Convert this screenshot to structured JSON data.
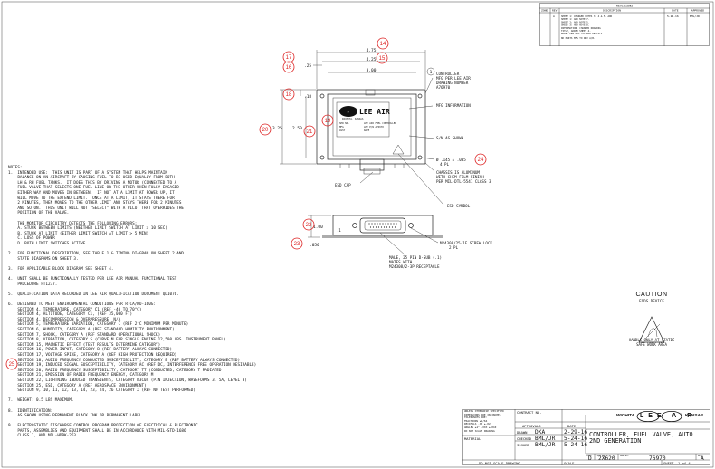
{
  "revision_block": {
    "header": "REVISIONS",
    "columns": [
      "ZONE",
      "REV",
      "DESCRIPTION",
      "DATE",
      "APPROVED"
    ],
    "row": {
      "rev": "A",
      "description": [
        "SHEET 1: CHANGED NOTES 3, 4 & 5. ADD",
        "SHEET 1: ADD NOTE 7.",
        "SHEET 2: ADD NOTE 5.",
        "SHEET 3: ADD NOTE 8.",
        "INFORMATION, CHANGED DRAWING",
        "TITLE, ADDED SHEET 4.",
        "NOTE: SEE REV LOG FOR DETAILS.",
        "NO PARTS MFG TO REV A/B."
      ],
      "date": "5-24-16",
      "approved": "BML/JR"
    }
  },
  "callouts": [
    "14",
    "17",
    "15",
    "16",
    "18",
    "19",
    "20",
    "21",
    "1",
    "24",
    "22",
    "23",
    "25"
  ],
  "dimensions": {
    "overall_width": "4.75",
    "inner_width": "4.25",
    "left_offset": ".25",
    "mount_span": "3.00",
    "top_offset": ".18",
    "overall_height": "3.25",
    "inner_height": "2.50",
    "side_height": "1.00",
    "side_flange": ".050",
    "side_small": ".1"
  },
  "labels": {
    "controller": [
      "CONTROLLER",
      "MFG PER LEE AIR",
      "DRAWING NUMBER",
      "A76970"
    ],
    "mfg_info": "MFG INFORMATION",
    "sn": "S/N AS SHOWN",
    "hole": [
      "Ø .145 ± .005",
      "4 PL"
    ],
    "chassis": [
      "CHASSIS IS ALUMINUM",
      "WITH CHEM FILM FINISH",
      "PER MIL-DTL-5541 CLASS 3"
    ],
    "esd_cap": "ESD CAP",
    "esd_symbol": "ESD SYMBOL",
    "screw_lock": [
      "M24308/25-1F SCREW LOCK",
      "2 PL"
    ],
    "receptacle": [
      "MALE, 25 PIN D-SUB (.1)",
      "MATES WITH",
      "M24308/2-3P RECEPTACLE"
    ]
  },
  "plate": {
    "brand": "LEE AIR",
    "subtitle": "WICHITA, KANSAS",
    "lines": [
      "LEE AIR FUEL CONTROLLER",
      "LEE P/N  A76970",
      "SER NO.",
      "MFG",
      "ASSY",
      "DATE"
    ]
  },
  "notes": [
    "NOTES:",
    "1.  INTENDED USE:  THIS UNIT IS PART OF A SYSTEM THAT HELPS MAINTAIN",
    "    BALANCE ON AN AIRCRAFT BY CAUSING FUEL TO BE USED EQUALLY FROM BOTH",
    "    LH & RH FUEL TANKS.  IT DOES THIS BY DRIVING A MOTOR (CONNECTED TO A",
    "    FUEL VALVE THAT SELECTS ONE FUEL LINE OR THE OTHER WHEN FULLY ENGAGED",
    "    EITHER WAY AND MOVES IN BETWEEN.  IF NOT AT A LIMIT AT POWER UP, IT",
    "    WILL MOVE TO THE EXTEND LIMIT.  ONCE AT A LIMIT, IT STAYS THERE FOR",
    "    2 MINUTES, THEN MOVES TO THE OTHER LIMIT AND STAYS THERE FOR 2 MINUTES",
    "    AND SO ON.  THIS UNIT WILL NOT \"SELECT\" WITH A PILOT THAT OVERRIDES THE",
    "    POSITION OF THE VALVE.",
    "",
    "    THE MONITOR CIRCUITRY DETECTS THE FOLLOWING ERRORS:",
    "    A. STUCK BETWEEN LIMITS (NEITHER LIMIT SWITCH AT LIMIT > 10 SEC)",
    "    B. STUCK AT LIMIT (EITHER LIMIT SWITCH AT LIMIT > 5 MIN)",
    "    C. LOSS OF POWER",
    "    D. BOTH LIMIT SWITCHES ACTIVE",
    "",
    "2.  FOR FUNCTIONAL DESCRIPTION, SEE TABLE 1 & TIMING DIAGRAM ON SHEET 2 AND",
    "    STATE DIAGRAMS ON SHEET 3.",
    "",
    "3.  FOR APPLICABLE BLOCK DIAGRAM SEE SHEET 4.",
    "",
    "4.  UNIT SHALL BE FUNCTIONALLY TESTED PER LEE AIR MANUAL FUNCTIONAL TEST",
    "    PROCEDURE FT1237.",
    "",
    "5.  QUALIFICATION DATA RECORDED IN LEE AIR QUALIFICATION DOCUMENT QD1076.",
    "",
    "6.  DESIGNED TO MEET ENVIRONMENTAL CONDITIONS PER RTCA/DO-160G:",
    "    SECTION 4, TEMPERATURE, CATEGORY C1 (REF -40 TO 70°C)",
    "    SECTION 4, ALTITUDE, CATEGORY C1, (REF 35,000 FT)",
    "    SECTION 4, DECOMPRESSION & OVERPRESSURE, N/A",
    "    SECTION 5, TEMPERATURE VARIATION, CATEGORY C (REF 2°C MINIMUM PER MINUTE)",
    "    SECTION 6, HUMIDITY, CATEGORY A (REF STANDARD HUMIDITY ENVIRONMENT)",
    "    SECTION 7, SHOCK, CATEGORY A (REF STANDARD OPERATIONAL SHOCK)",
    "    SECTION 8, VIBRATION, CATEGORY S (CURVE M FOR SINGLE ENGINE 12,500 LBS. INSTRUMENT PANEL)",
    "    SECTION 15, MAGNETIC EFFECT (TEST RESULTS DETERMINE CATEGORY)",
    "    SECTION 16, POWER INPUT, CATEGORY B (REF BATTERY ALWAYS CONNECTED)",
    "    SECTION 17, VOLTAGE SPIKE, CATEGORY A (REF HIGH PROTECTION REQUIRED)",
    "    SECTION 18, AUDIO FREQUENCY CONDUCTED SUSCEPTIBILITY, CATEGORY B (REF BATTERY ALWAYS CONNECTED)",
    "    SECTION 19, INDUCED SIGNAL SUSCEPTIBILITY, CATEGORY AC (REF DC, INTERFERENCE FREE OPERATION DESIRABLE)",
    "    SECTION 20, RADIO FREQUENCY SUSCEPTIBILITY, CATEGORY TT (CONDUCTED, CATEGORY T RADIATED",
    "    SECTION 21, EMISSION OF RADIO FREQUENCY ENERGY, CATEGORY M",
    "    SECTION 22, LIGHTNING INDUCED TRANSIENTS, CATEGORY B3C0X (PIN INJECTION, WAVEFORMS 3, 5A, LEVEL 3)",
    "    SECTION 25, ESD, CATEGORY A (REF AEROSPACE ENVIRONMENT)",
    "    SECTION 9, 10, 11, 12, 13, 14, 23, 24, 26 CATEGORY X (REF NO TEST PERFORMED)",
    "",
    "7.  WEIGHT: 0.5 LBS MAXIMUM.",
    "",
    "8.  IDENTIFICATION:",
    "    AS SHOWN USING PERMANENT BLACK INK OR PERMANENT LABEL",
    "",
    "9.  ELECTROSTATIC DISCHARGE CONTROL PROGRAM PROTECTION OF ELECTRICAL & ELECTRONIC",
    "    PARTS, ASSEMBLIES AND EQUIPMENT SHALL BE IN ACCORDANCE WITH MIL-STD-1686",
    "    CLASS 1, AND MIL-HDBK-263."
  ],
  "caution": {
    "title": "CAUTION",
    "subtitle": "ESDS DEVICE",
    "handling": [
      "HANDLE ONLY AT STATIC",
      "SAFE WORK AREA"
    ]
  },
  "title_block": {
    "spec_text": [
      "UNLESS OTHERWISE SPECIFIED",
      "DIMENSIONS ARE IN INCHES",
      "TOLERANCES ARE:",
      "FRACTIONS  ±1/64",
      "DECIMALS  .XX ±.02",
      "ANGLES ±1°  .XXX ±.010",
      "DO NOT SCALE DRAWING"
    ],
    "material": "MATERIAL",
    "contract_no": "CONTRACT NO.",
    "approvals_header": "APPROVALS",
    "date_header": "DATE",
    "approvals": [
      {
        "role": "DRAWN",
        "name": "DKA",
        "date": "2-29-16"
      },
      {
        "role": "CHECKED",
        "name": "BML/JR",
        "date": "5-24-16"
      },
      {
        "role": "ISSUED",
        "name": "BML/JR",
        "date": "5-24-16"
      }
    ],
    "company_left": "WICHITA",
    "company_logo": "LEE AIR",
    "company_right": "KANSAS",
    "title": [
      "CONTROLLER, FUEL VALVE, AUTO",
      "2ND GENERATION"
    ],
    "size_label": "SIZE",
    "size": "D",
    "fscm_label": "FSCM NO.",
    "fscm": "2X620",
    "dwg_label": "DWG NO.",
    "dwg": "76970",
    "rev_label": "REV",
    "rev": "A",
    "scale_label": "SCALE",
    "sheet_label": "SHEET",
    "sheet": "1 of 4",
    "do_not_scale": "DO NOT SCALE DRAWING"
  }
}
